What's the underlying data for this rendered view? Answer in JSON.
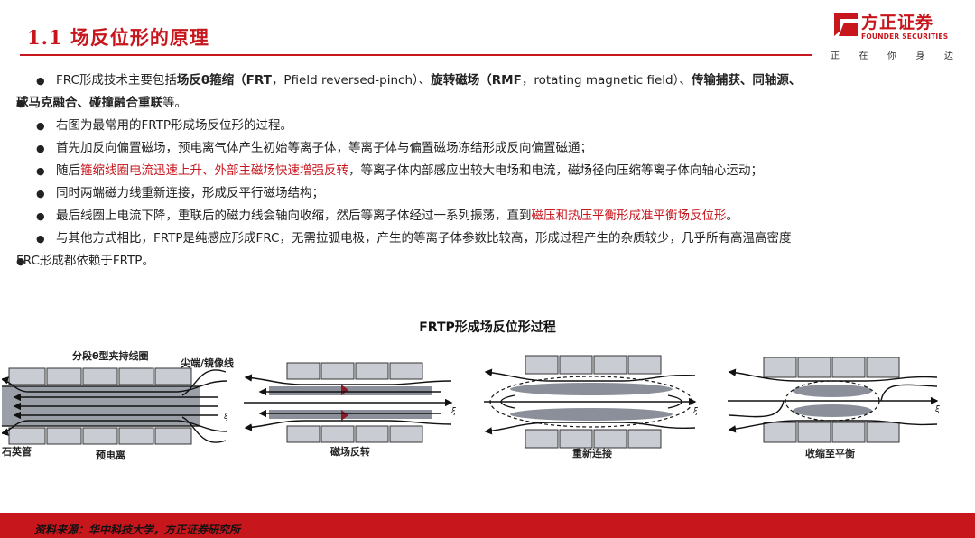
{
  "header": {
    "title": "1.1 场反位形的原理",
    "logo_name": "方正证券",
    "logo_en": "FOUNDER SECURITIES",
    "slogan": [
      "正",
      "在",
      "你",
      "身",
      "边"
    ]
  },
  "bullets": [
    {
      "segments": [
        {
          "text": "FRC形成技术主要包括",
          "style": "normal"
        },
        {
          "text": "场反θ箍缩（FRT",
          "style": "bold"
        },
        {
          "text": "，Pfield reversed-pinch）、",
          "style": "normal"
        },
        {
          "text": "旋转磁场（RMF",
          "style": "bold"
        },
        {
          "text": "，rotating magnetic field）、",
          "style": "normal"
        },
        {
          "text": "传输捕获、同轴源、",
          "style": "bold"
        }
      ],
      "continuation": [
        {
          "text": "球马克融合、碰撞融合重联",
          "style": "bold"
        },
        {
          "text": "等。",
          "style": "normal"
        }
      ]
    },
    {
      "segments": [
        {
          "text": "右图为最常用的FRTP形成场反位形的过程。",
          "style": "normal"
        }
      ]
    },
    {
      "segments": [
        {
          "text": "首先加反向偏置磁场，预电离气体产生初始等离子体，等离子体与偏置磁场冻结形成反向偏置磁通；",
          "style": "normal"
        }
      ]
    },
    {
      "segments": [
        {
          "text": "随后",
          "style": "normal"
        },
        {
          "text": "箍缩线圈电流迅速上升、外部主磁场快速增强反转",
          "style": "red"
        },
        {
          "text": "，等离子体内部感应出较大电场和电流，磁场径向压缩等离子体向轴心运动；",
          "style": "normal"
        }
      ]
    },
    {
      "segments": [
        {
          "text": "同时两端磁力线重新连接，形成反平行磁场结构；",
          "style": "normal"
        }
      ]
    },
    {
      "segments": [
        {
          "text": "最后线圈上电流下降，重联后的磁力线会轴向收缩，然后等离子体经过一系列振荡，直到",
          "style": "normal"
        },
        {
          "text": "磁压和热压平衡形成准平衡场反位形",
          "style": "red"
        },
        {
          "text": "。",
          "style": "normal"
        }
      ]
    },
    {
      "segments": [
        {
          "text": "与其他方式相比，FRTP是纯感应形成FRC，无需拉弧电极，产生的等离子体参数比较高，形成过程产生的杂质较少，几乎所有高温高密度",
          "style": "normal"
        }
      ],
      "continuation": [
        {
          "text": "FRC形成都依赖于FRTP。",
          "style": "normal"
        }
      ]
    }
  ],
  "figure": {
    "title": "FRTP形成场反位形过程",
    "panels": [
      {
        "caption": "预电离",
        "labels": [
          "分段θ型夹持线圈",
          "尖端/镜像线",
          "石英管"
        ]
      },
      {
        "caption": "磁场反转"
      },
      {
        "caption": "重新连接"
      },
      {
        "caption": "收缩至平衡"
      }
    ]
  },
  "footer": {
    "source": "资料来源：华中科技大学，方正证券研究所"
  },
  "colors": {
    "accent": "#c8161d",
    "plasma": "#8a8f99",
    "coil": "#c9cdd3"
  }
}
